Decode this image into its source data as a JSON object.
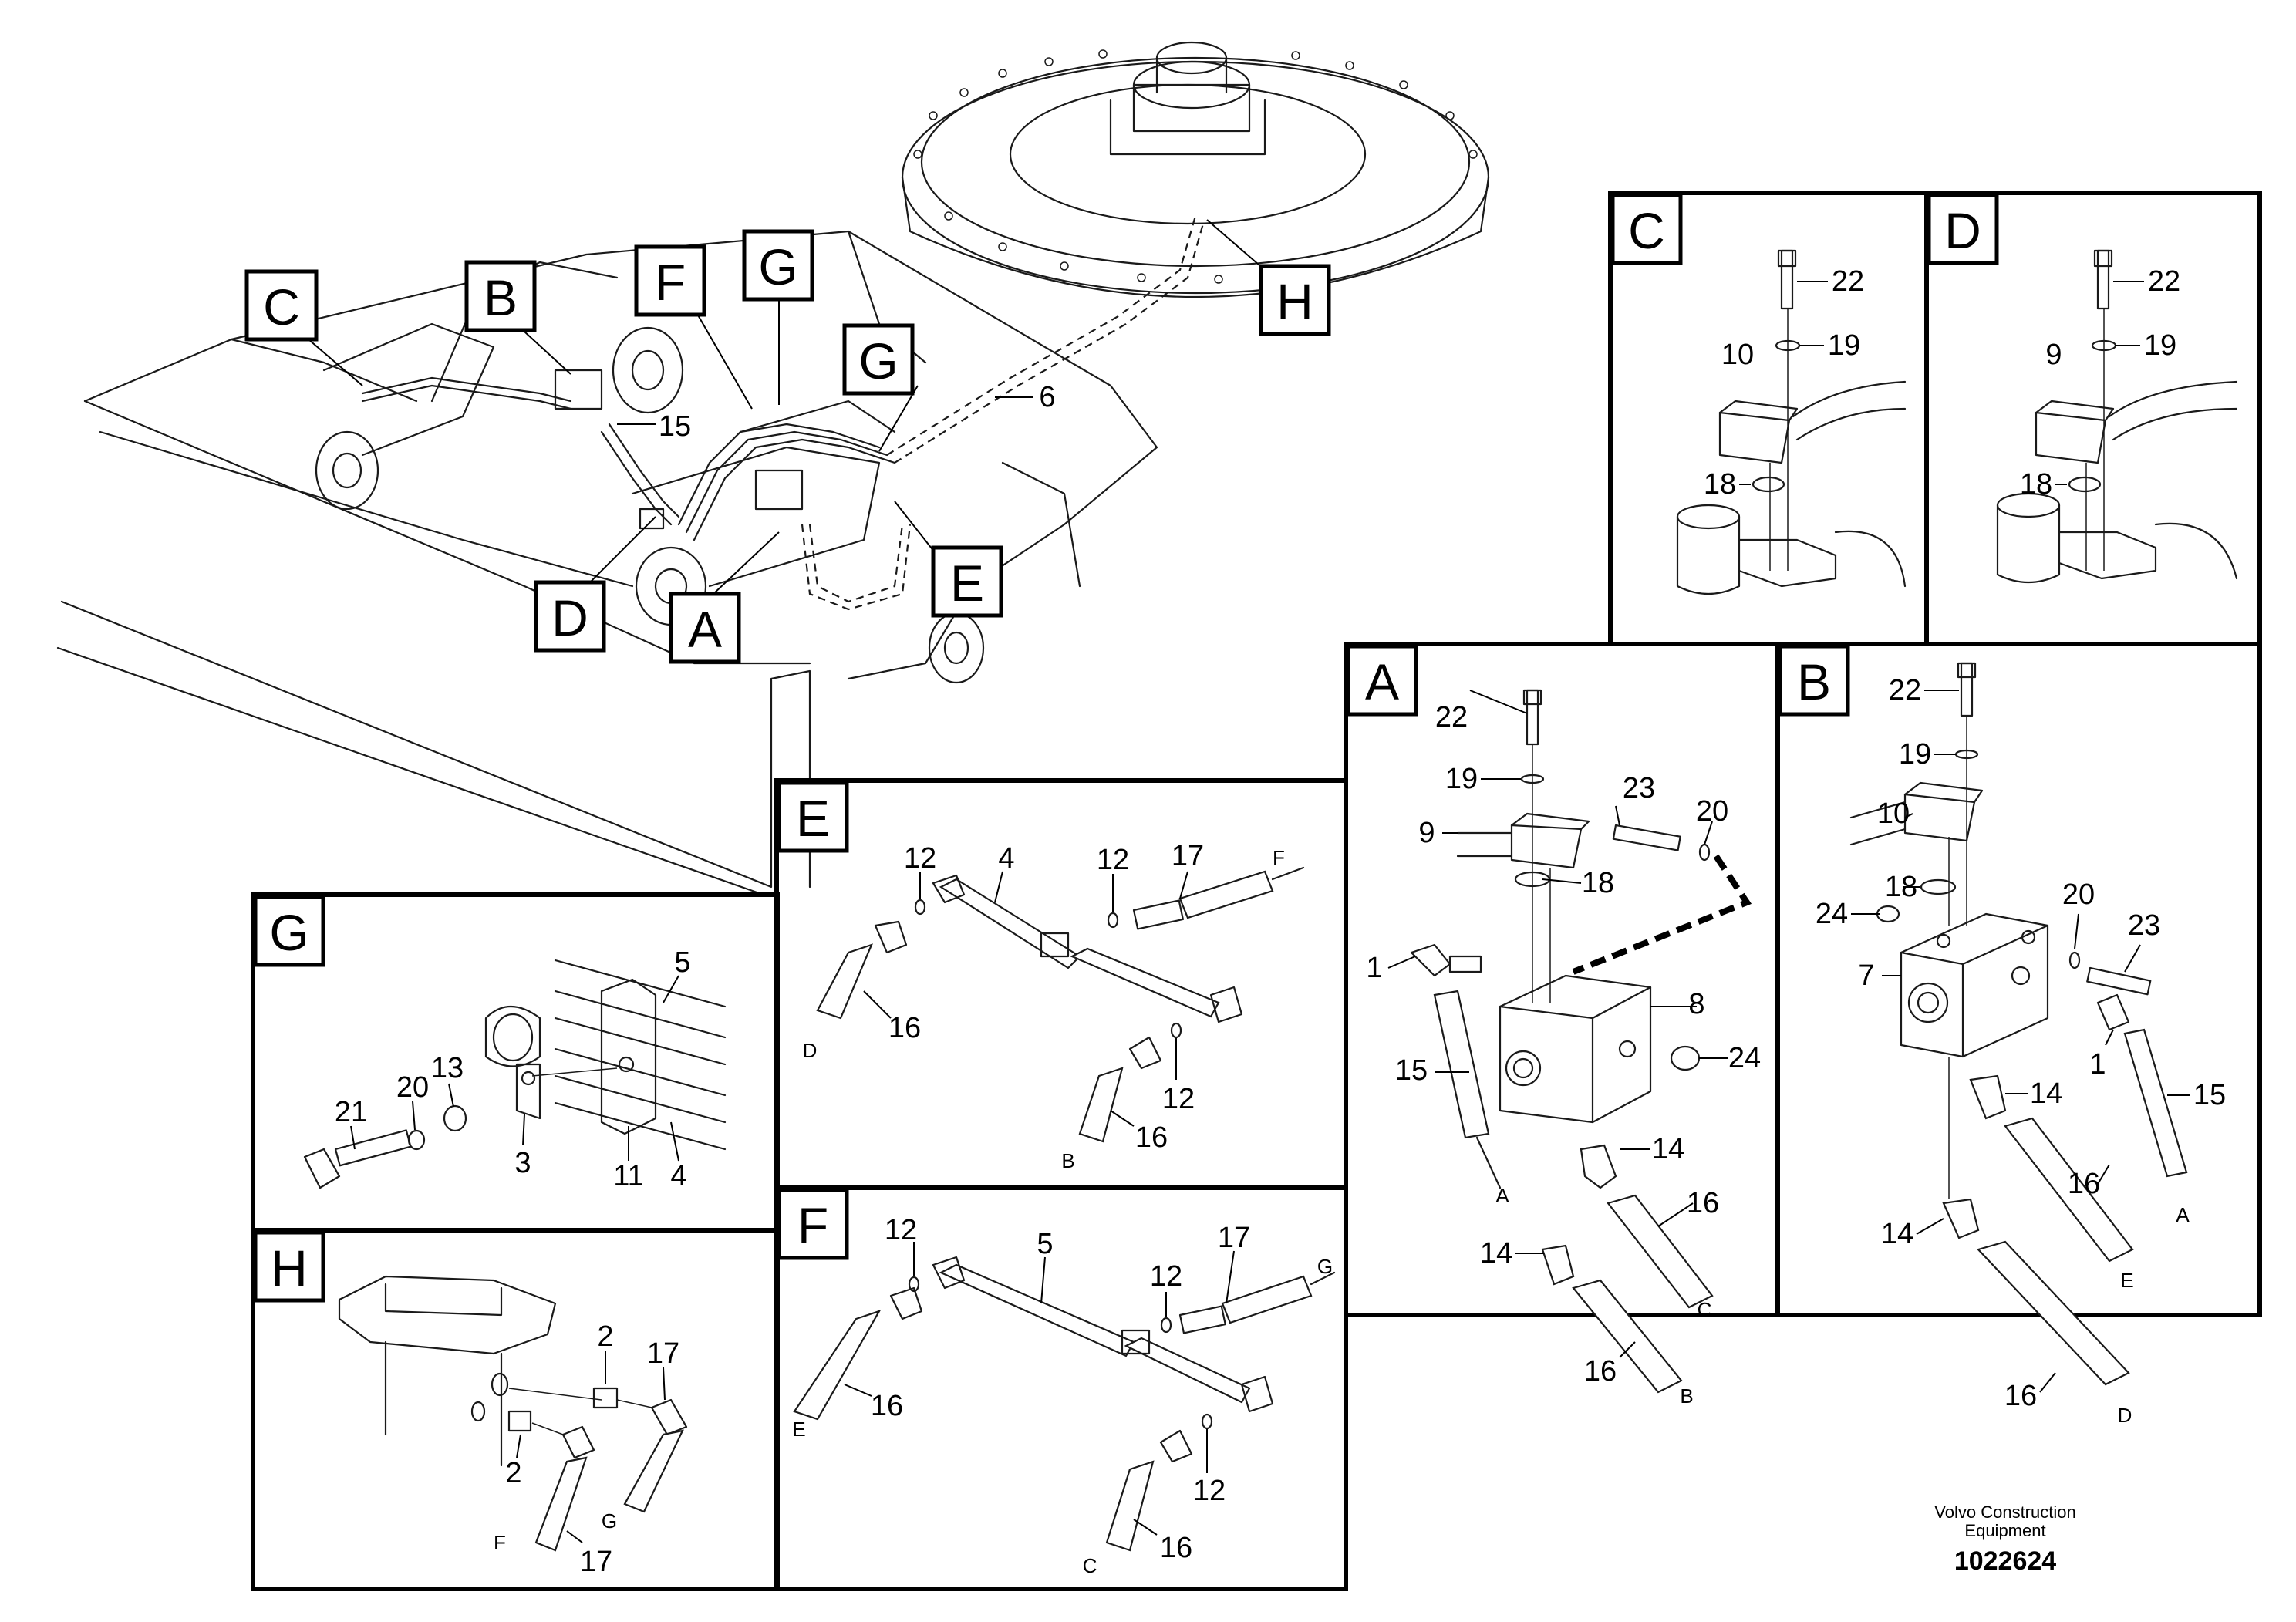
{
  "main_view": {
    "callouts": [
      "C",
      "B",
      "F",
      "G",
      "G",
      "H",
      "D",
      "A",
      "E"
    ],
    "numbers": [
      "15",
      "6"
    ]
  },
  "panels": {
    "C": {
      "label": "C",
      "numbers": [
        "22",
        "19",
        "10",
        "18"
      ]
    },
    "D": {
      "label": "D",
      "numbers": [
        "22",
        "19",
        "9",
        "18"
      ]
    },
    "A": {
      "label": "A",
      "numbers": [
        "22",
        "19",
        "23",
        "20",
        "9",
        "18",
        "1",
        "8",
        "24",
        "15",
        "14",
        "14",
        "16",
        "16"
      ],
      "ends": [
        "A",
        "C",
        "B"
      ]
    },
    "B": {
      "label": "B",
      "numbers": [
        "22",
        "19",
        "10",
        "18",
        "20",
        "24",
        "23",
        "7",
        "14",
        "1",
        "15",
        "16",
        "14",
        "16"
      ],
      "ends": [
        "A",
        "E",
        "D"
      ]
    },
    "E": {
      "label": "E",
      "numbers": [
        "12",
        "4",
        "12",
        "17",
        "16",
        "12",
        "16"
      ],
      "ends": [
        "F",
        "D",
        "B"
      ]
    },
    "F": {
      "label": "F",
      "numbers": [
        "12",
        "5",
        "17",
        "12",
        "16",
        "12",
        "16"
      ],
      "ends": [
        "G",
        "E",
        "C"
      ]
    },
    "G": {
      "label": "G",
      "numbers": [
        "5",
        "13",
        "20",
        "21",
        "3",
        "11",
        "4"
      ]
    },
    "H": {
      "label": "H",
      "numbers": [
        "2",
        "17",
        "2",
        "17"
      ],
      "ends": [
        "G",
        "F"
      ]
    }
  },
  "footer": {
    "line1": "Volvo Construction",
    "line2": "Equipment",
    "id": "1022624"
  },
  "colors": {
    "ink": "#000000",
    "background": "#ffffff"
  }
}
